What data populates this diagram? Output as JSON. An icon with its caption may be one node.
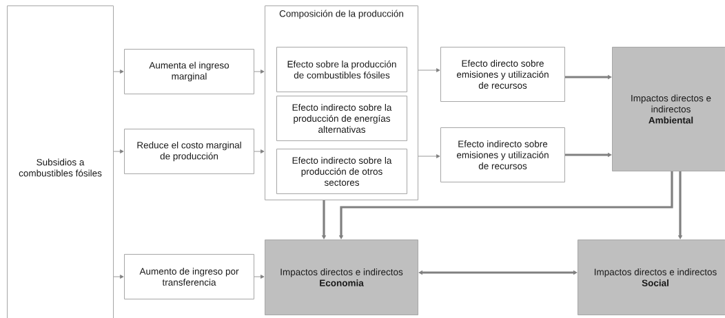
{
  "diagram": {
    "nodes": [
      {
        "text": [
          "Subsidios a combustibles fósiles"
        ]
      },
      {
        "text": [
          "Aumenta el ingreso marginal"
        ]
      },
      {
        "text": [
          "Reduce el costo marginal de producción"
        ]
      },
      {
        "text": [
          "Aumento de ingreso por transferencia"
        ]
      },
      {
        "text": [
          "Composición de la producción"
        ]
      },
      {
        "text": [
          "Efecto sobre la producción de combustibles fósiles"
        ],
        "in": 4
      },
      {
        "text": [
          "Efecto indirecto sobre la producción de energías alternativas"
        ],
        "in": 4
      },
      {
        "text": [
          "Efecto indirecto sobre la producción de otros sectores"
        ],
        "in": 4
      },
      {
        "text": [
          "Efecto directo sobre emisiones y utilización de recursos"
        ]
      },
      {
        "text": [
          "Efecto indirecto sobre emisiones y utilización de recursos"
        ]
      },
      {
        "text": [
          "Impactos directos e indirectos",
          "Ambiental"
        ]
      },
      {
        "text": [
          "Impactos directos e indirectos",
          "Economia"
        ]
      },
      {
        "text": [
          "Impactos directos e indirectos",
          "Social"
        ]
      }
    ],
    "edges": [
      {
        "from": 0,
        "to": 1,
        "arrow": "to"
      },
      {
        "from": 0,
        "to": 2,
        "arrow": "to"
      },
      {
        "from": 0,
        "to": 3,
        "arrow": "to"
      },
      {
        "from": 1,
        "to": 4,
        "arrow": "to"
      },
      {
        "from": 2,
        "to": 4,
        "arrow": "to"
      },
      {
        "from": 3,
        "to": 11,
        "arrow": "to"
      },
      {
        "from": 4,
        "to": 8,
        "arrow": "to"
      },
      {
        "from": 4,
        "to": 9,
        "arrow": "to"
      },
      {
        "from": 8,
        "to": 10,
        "arrow": "to",
        "style": "thick"
      },
      {
        "from": 9,
        "to": 10,
        "arrow": "to",
        "style": "thick"
      },
      {
        "from": 4,
        "to": 11,
        "arrow": "to",
        "style": "thick"
      },
      {
        "from": 10,
        "to": 11,
        "arrow": "to",
        "style": "thick"
      },
      {
        "from": 10,
        "to": 12,
        "arrow": "to",
        "style": "thick"
      },
      {
        "from": 11,
        "to": 12,
        "arrow": "both",
        "style": "thick"
      }
    ]
  }
}
